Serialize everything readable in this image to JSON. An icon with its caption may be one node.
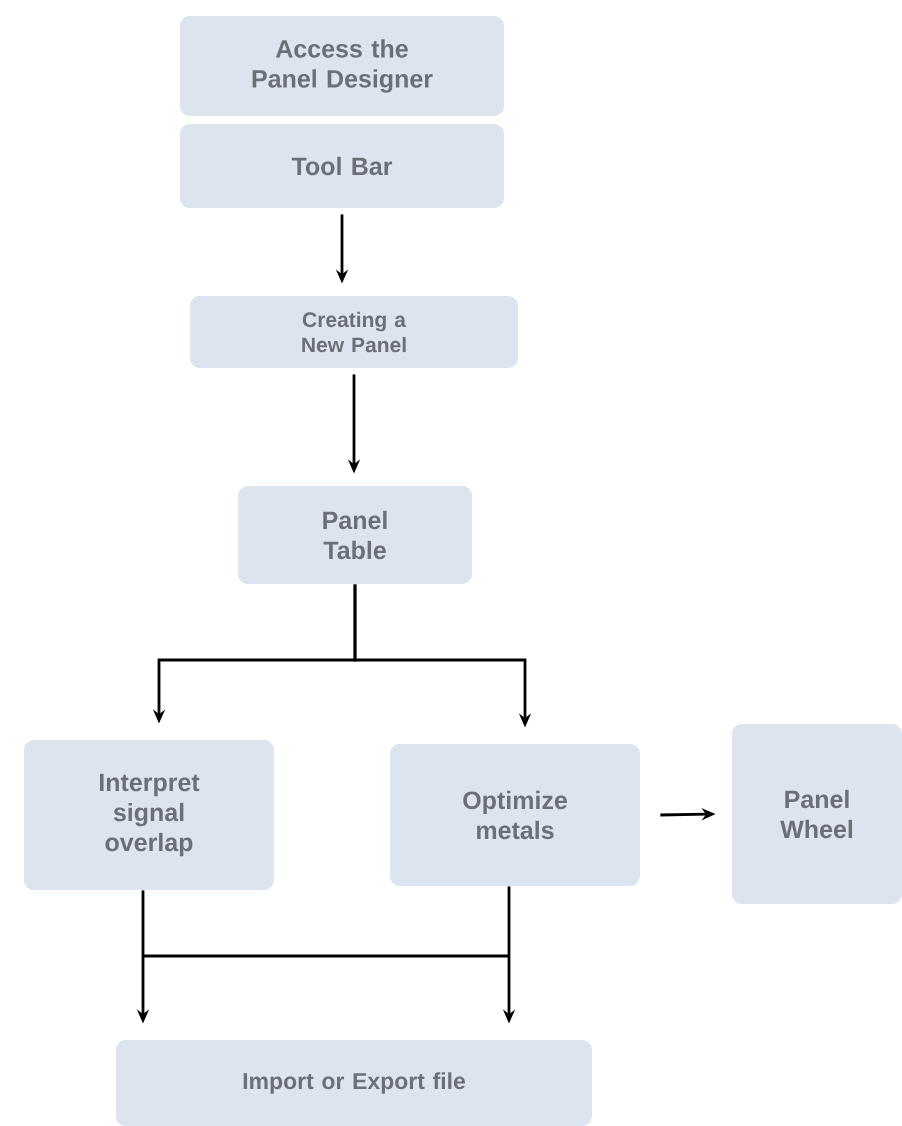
{
  "diagram": {
    "nodes": [
      {
        "text": [
          "Access the Panel Designer"
        ]
      },
      {
        "text": [
          "Tool Bar"
        ]
      },
      {
        "text": [
          "Creating a New Panel"
        ]
      },
      {
        "text": [
          "Panel Table"
        ]
      },
      {
        "text": [
          "Interpret signal overlap"
        ]
      },
      {
        "text": [
          "Optimize metals"
        ]
      },
      {
        "text": [
          "Panel Wheel"
        ]
      },
      {
        "text": [
          "Import or Export file"
        ]
      }
    ],
    "edges": [
      {
        "from": 1,
        "to": 2,
        "arrow": "to"
      },
      {
        "from": 2,
        "to": 3,
        "arrow": "to"
      },
      {
        "from": 3,
        "to": 4,
        "arrow": "to"
      },
      {
        "from": 3,
        "to": 5,
        "arrow": "to"
      },
      {
        "from": 5,
        "to": 6,
        "arrow": "to"
      },
      {
        "from": 4,
        "to": 7,
        "arrow": "to"
      },
      {
        "from": 5,
        "to": 7,
        "arrow": "to"
      }
    ]
  }
}
